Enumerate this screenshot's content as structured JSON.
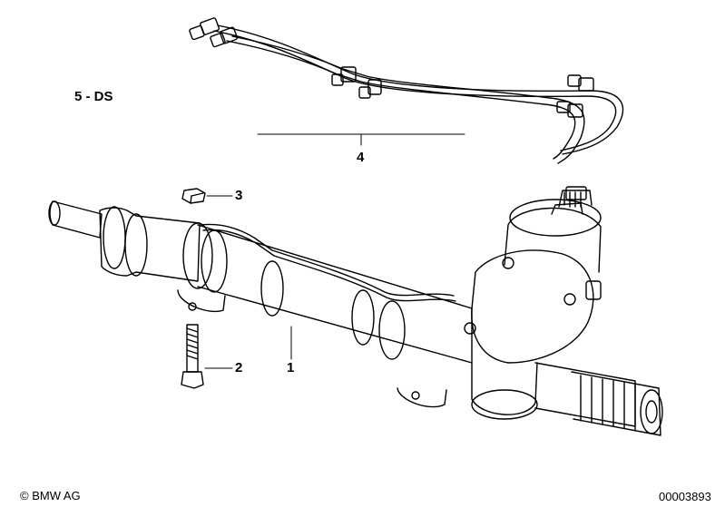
{
  "diagram": {
    "variant_label": "5 - DS",
    "callouts": [
      {
        "id": "1",
        "text": "1"
      },
      {
        "id": "2",
        "text": "2"
      },
      {
        "id": "3",
        "text": "3"
      },
      {
        "id": "4",
        "text": "4"
      }
    ]
  },
  "footer": {
    "copyright": "© BMW AG",
    "diagram_number": "00003893"
  }
}
